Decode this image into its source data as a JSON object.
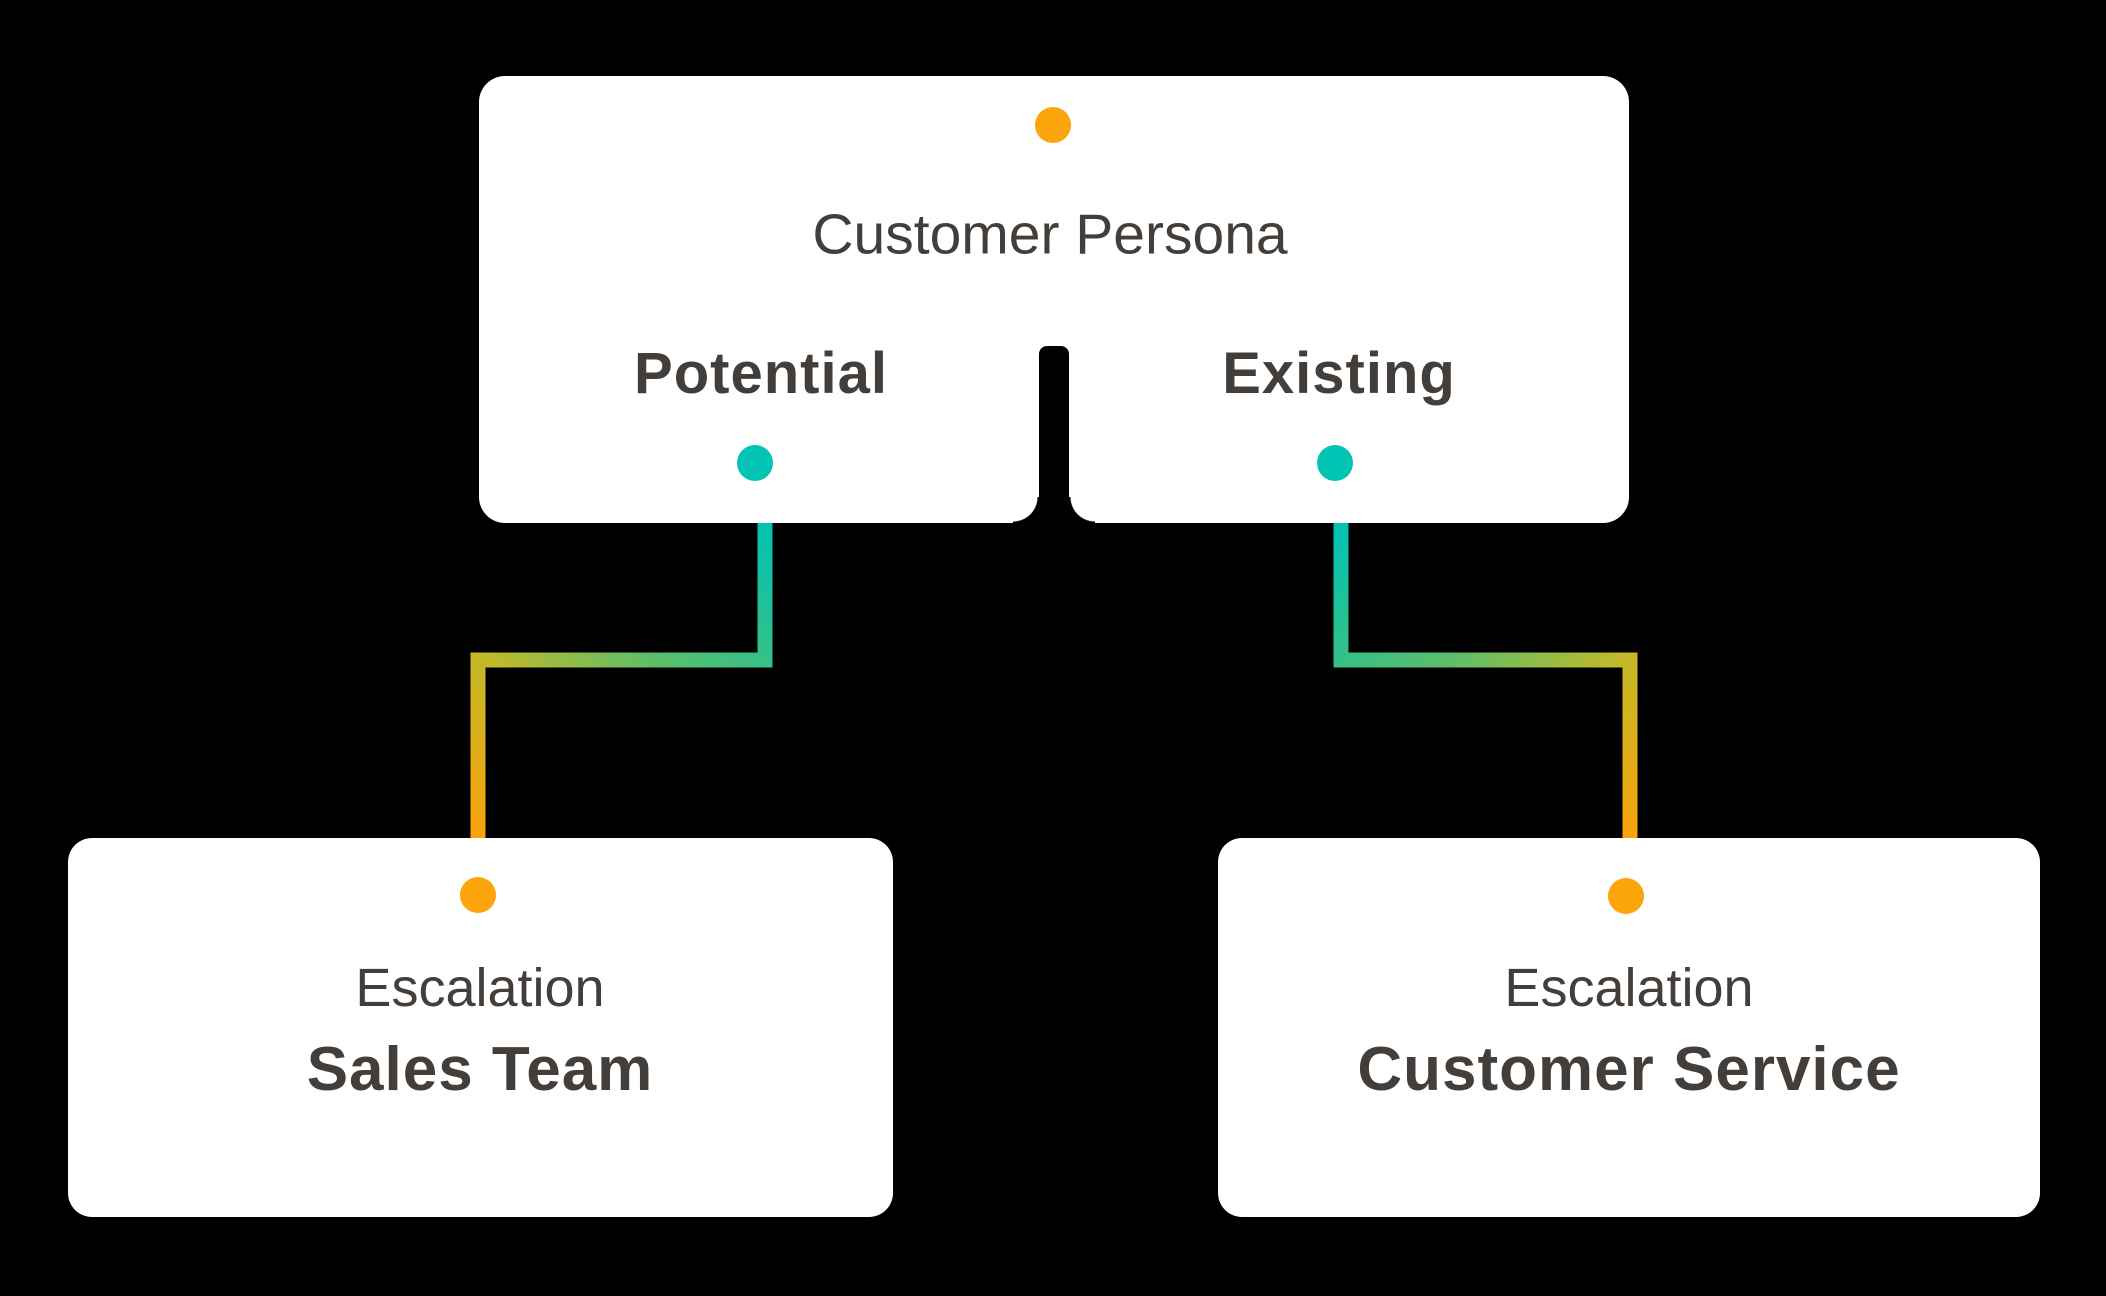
{
  "diagram": {
    "root": {
      "title": "Customer Persona",
      "branches": [
        {
          "label": "Potential"
        },
        {
          "label": "Existing"
        }
      ]
    },
    "leaves": [
      {
        "line1": "Escalation",
        "line2": "Sales Team"
      },
      {
        "line1": "Escalation",
        "line2": "Customer Service"
      }
    ],
    "colors": {
      "background": "#000000",
      "card": "#FFFFFF",
      "text": "#443E3A",
      "accent_orange": "#FCA50D",
      "accent_teal": "#00C4B4",
      "connector_gradient_green": "#5FBE68",
      "connector_gradient_yellow": "#C3B929"
    }
  }
}
